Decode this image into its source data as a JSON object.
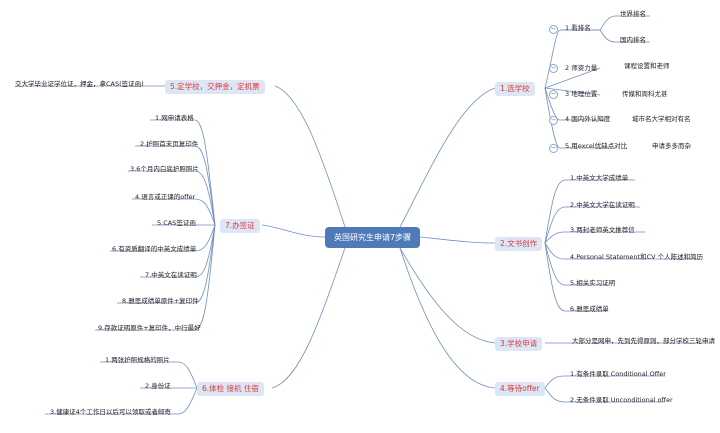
{
  "root": "英国研究生申请7步骤",
  "branches": {
    "b1": {
      "label": "1.选学校",
      "items": [
        "1 看排名",
        "2 师资力量",
        "3 地理位置",
        "4 国内外认知度",
        "5.用excel优缺点对比"
      ],
      "notes": [
        "世界排名",
        "国内排名",
        "课程设置和老师",
        "传媒和周科尤甚",
        "城市名大学相对有名",
        "申请多多而杂"
      ]
    },
    "b2": {
      "label": "2.文书创作",
      "items": [
        "1.中英文大学成绩单",
        "2.中英文大学在读证明",
        "3.两封老师英文推荐信",
        "4.Personal Statement和CV 个人陈述和简历",
        "5.相关实习证明",
        "6.雅思成绩单"
      ]
    },
    "b3": {
      "label": "3.学校申请",
      "items": [
        "大部分是网申，先到先得原则，部分学校三轮申请"
      ]
    },
    "b4": {
      "label": "4.等待offer",
      "items": [
        "1.有条件录取 Conditional Offer",
        "2.无条件录取 Unconditional offer"
      ]
    },
    "b5": {
      "label": "5.定学校，交押金，定机票",
      "items": [
        "交大学毕业证学位证，押金，拿CAS(签证函)"
      ]
    },
    "b6": {
      "label": "6.体检 接机 住宿",
      "items": [
        "1.两张护照规格的照片",
        "2.身份证",
        "3.健康证4个工作日以后可以领取或者邮寄"
      ]
    },
    "b7": {
      "label": "7.办签证",
      "items": [
        "1.网申请表格",
        "2.护照首末页复印件",
        "3.6个月内白底护照照片",
        "4.语言或正课的offer",
        "5.CAS签证函",
        "6.有资质翻译的中英文成绩单",
        "7.中英文在读证明",
        "8.雅思成绩单原件+复印件",
        "9.存款证明原件+复印件，中行最好"
      ]
    }
  },
  "colors": {
    "line": "#6f8fbf",
    "root": "#4e7bb7",
    "branch_text": "#e0383a",
    "branch_bg": "#dce6f4"
  }
}
